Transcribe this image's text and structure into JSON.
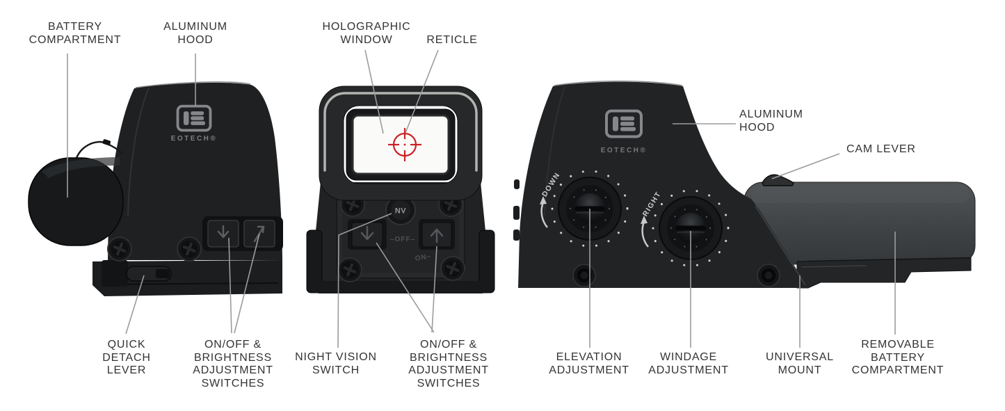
{
  "diagram": {
    "background": "#ffffff",
    "callouts": [
      {
        "id": "battery-compartment",
        "lines": [
          "BATTERY",
          "COMPARTMENT"
        ]
      },
      {
        "id": "aluminum-hood-left",
        "lines": [
          "ALUMINUM",
          "HOOD"
        ]
      },
      {
        "id": "holographic-window",
        "lines": [
          "HOLOGRAPHIC",
          "WINDOW"
        ]
      },
      {
        "id": "reticle",
        "lines": [
          "RETICLE"
        ]
      },
      {
        "id": "aluminum-hood-right",
        "lines": [
          "ALUMINUM",
          "HOOD"
        ]
      },
      {
        "id": "cam-lever",
        "lines": [
          "CAM LEVER"
        ]
      },
      {
        "id": "quick-detach-lever",
        "lines": [
          "QUICK",
          "DETACH",
          "LEVER"
        ]
      },
      {
        "id": "onoff-brightness-left",
        "lines": [
          "ON/OFF &",
          "BRIGHTNESS",
          "ADJUSTMENT",
          "SWITCHES"
        ]
      },
      {
        "id": "night-vision-switch",
        "lines": [
          "NIGHT VISION",
          "SWITCH"
        ]
      },
      {
        "id": "onoff-brightness-right",
        "lines": [
          "ON/OFF &",
          "BRIGHTNESS",
          "ADJUSTMENT",
          "SWITCHES"
        ]
      },
      {
        "id": "elevation-adjustment",
        "lines": [
          "ELEVATION",
          "ADJUSTMENT"
        ]
      },
      {
        "id": "windage-adjustment",
        "lines": [
          "WINDAGE",
          "ADJUSTMENT"
        ]
      },
      {
        "id": "universal-mount",
        "lines": [
          "UNIVERSAL",
          "MOUNT"
        ]
      },
      {
        "id": "removable-battery-compartment",
        "lines": [
          "REMOVABLE",
          "BATTERY",
          "COMPARTMENT"
        ]
      }
    ]
  },
  "product": {
    "brand": "EOTECH",
    "logo_wordmark": "EOTECH®",
    "engravings": {
      "night_vision_button": "NV",
      "off_marking": "–OFF–",
      "on_marking": "ON–",
      "elevation_dial_direction": "DOWN",
      "windage_dial_direction": "RIGHT"
    }
  },
  "colors": {
    "label_text": "#333333",
    "leader_line": "#9c9c9c",
    "body_black": "#1f2123",
    "battery_housing_gray": "#3b3e40",
    "logo_gray": "#85878a",
    "reticle_red": "#cc2027",
    "window_white": "#fafaf8",
    "background": "#ffffff"
  }
}
